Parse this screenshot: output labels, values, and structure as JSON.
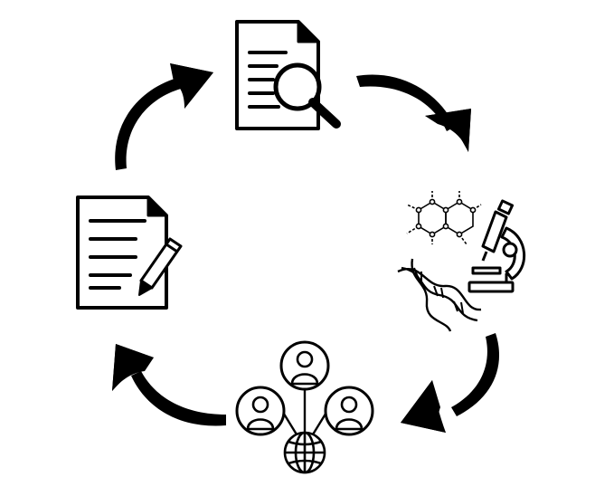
{
  "diagram": {
    "type": "cycle",
    "direction": "clockwise",
    "colors": {
      "ink": "#000000",
      "background": "#ffffff"
    },
    "nodes": [
      {
        "id": "review",
        "icon": "document-magnifier-icon"
      },
      {
        "id": "research",
        "icon": "science-research-icon"
      },
      {
        "id": "network",
        "icon": "people-network-globe-icon"
      },
      {
        "id": "writing",
        "icon": "document-pencil-icon"
      }
    ],
    "arrows": [
      {
        "from": "review",
        "to": "research"
      },
      {
        "from": "research",
        "to": "network"
      },
      {
        "from": "network",
        "to": "writing"
      },
      {
        "from": "writing",
        "to": "review"
      }
    ]
  }
}
